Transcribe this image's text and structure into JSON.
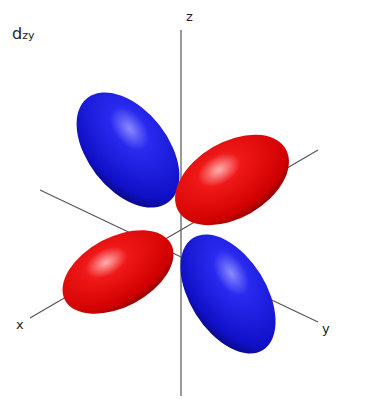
{
  "diagram": {
    "title": "dzy",
    "labels": [
      "z",
      "x",
      "y"
    ]
  }
}
